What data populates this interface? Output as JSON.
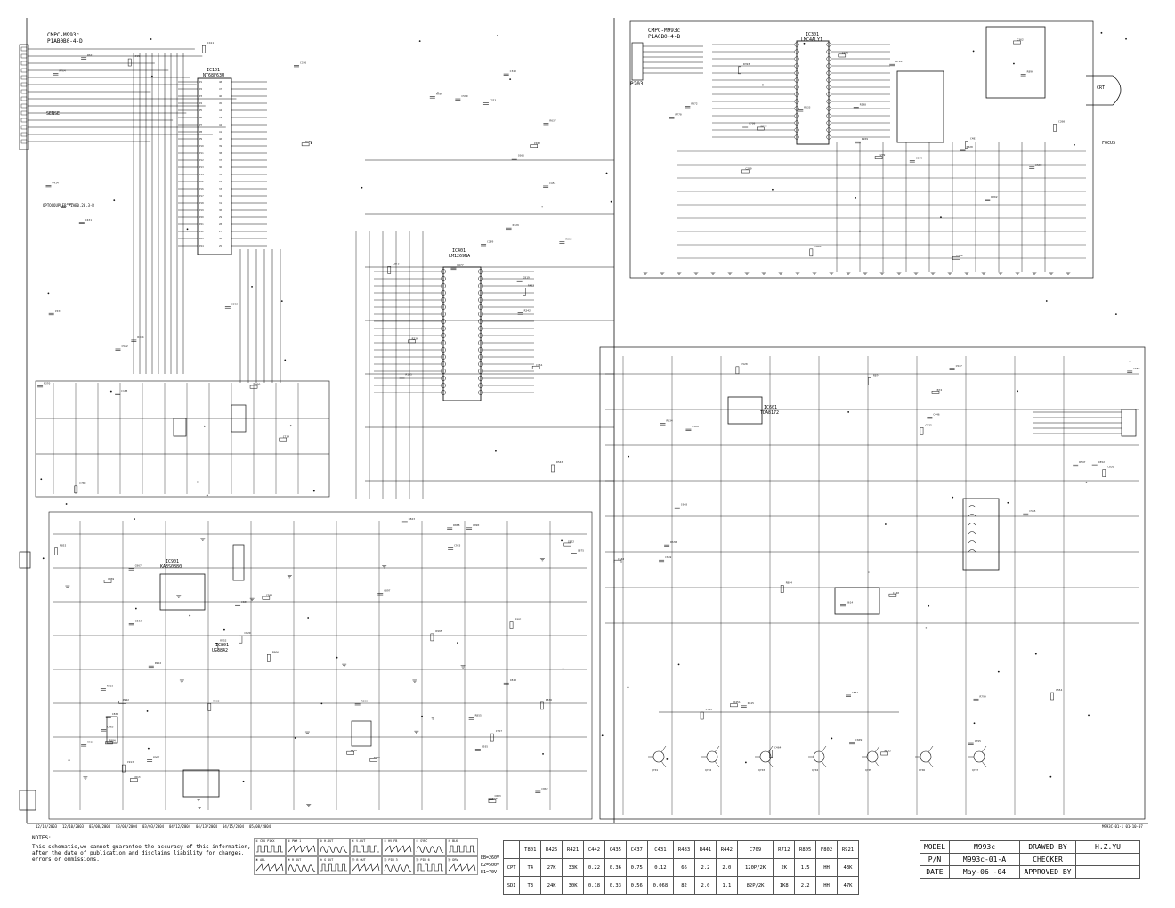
{
  "notes": {
    "heading": "NOTES:",
    "lines": [
      "This schematic,we cannot guarantee the accuracy of this information,",
      "after the date of publication and disclaims liability for changes,",
      "errors or ommissions."
    ]
  },
  "revision_dates": [
    "12/10/2003",
    "12/10/2003",
    "03/08/2004",
    "03/08/2004",
    "03/03/2004",
    "04/12/2004",
    "04/13/2004",
    "04/15/2004",
    "05/08/2004"
  ],
  "sheet_id": "M993C-01-1 01-10-07",
  "connectors": {
    "main_left": "CMPC-M993c",
    "main_left_sub": "P1AB0B0-4-D",
    "top_right": "CMPC-M993c",
    "top_right_sub": "P1A0B0-4-B",
    "p203": "P203",
    "sense": "SENSE",
    "optical": "OPTOCOUPLER  P1AB0.20.3-B"
  },
  "components": {
    "ic_mcu": "IC101",
    "ic_mcu_part": "NT68F63U",
    "ic_proc": "IC301",
    "ic_proc_part": "LMC4ALY1",
    "ic_pwr": "IC901",
    "ic_pwr_part": "KA3S0880",
    "ic_defl": "IC601",
    "ic_defl_part": "TDA8172",
    "ic_osd": "IC401",
    "ic_osd_part": "LM1269NA",
    "ic_pwm": "IC801",
    "ic_pwm_part": "UC3842",
    "focus": "FOCUS",
    "crt": "CRT"
  },
  "waveforms": {
    "labels": [
      "① CPU P1XX",
      "② PWM 1",
      "③ H.OUT",
      "④ V.OUT",
      "⑤ HV FB",
      "⑥ SYNC",
      "⑦ BLK",
      "⑧ ABL",
      "⑨ R OUT",
      "⑩ G OUT",
      "⑪ B OUT",
      "⑫ PIN 3",
      "⑬ PIN 6",
      "⑭ DRV"
    ],
    "levels": [
      "EB=260V",
      "E2=500V",
      "E1=70V"
    ]
  },
  "value_table": {
    "headers": [
      "",
      "T801",
      "R425",
      "R421",
      "C442",
      "C435",
      "C437",
      "C431",
      "R483",
      "R441",
      "R442",
      "C709",
      "R712",
      "R805",
      "F802",
      "R921"
    ],
    "rows": [
      [
        "CPT",
        "T4",
        "27K",
        "33K",
        "0.22",
        "0.36",
        "0.75",
        "0.12",
        "66",
        "2.2",
        "2.0",
        "120P/2K",
        "2K",
        "1.5",
        "HH",
        "43K"
      ],
      [
        "SDI",
        "T3",
        "24K",
        "30K",
        "0.18",
        "0.33",
        "0.56",
        "0.068",
        "82",
        "2.0",
        "1.1",
        "82P/2K",
        "1K8",
        "2.2",
        "HH",
        "47K"
      ]
    ]
  },
  "title_block": {
    "model_label": "MODEL",
    "model_value": "M993c",
    "drawn_label": "DRAWED BY",
    "drawn_value": "H.Z.YU",
    "pn_label": "P/N",
    "pn_value": "M993c-01-A",
    "checker_label": "CHECKER",
    "checker_value": "",
    "date_label": "DATE",
    "date_value": "May-06 -04",
    "approved_label": "APPROVED BY",
    "approved_value": ""
  }
}
